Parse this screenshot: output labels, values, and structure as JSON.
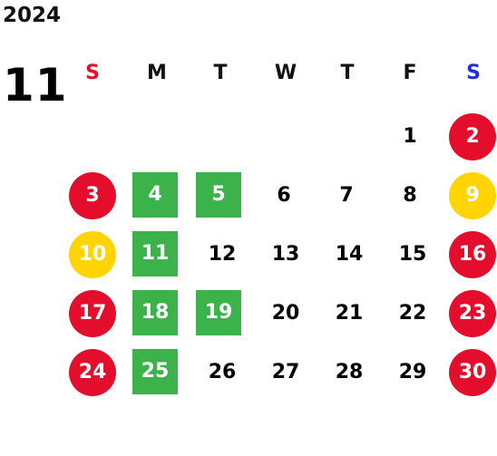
{
  "calendar": {
    "year": "2024",
    "month": "11",
    "weekdays": [
      {
        "label": "S",
        "color": "#e50d2c"
      },
      {
        "label": "M",
        "color": "#111111"
      },
      {
        "label": "T",
        "color": "#111111"
      },
      {
        "label": "W",
        "color": "#111111"
      },
      {
        "label": "T",
        "color": "#111111"
      },
      {
        "label": "F",
        "color": "#111111"
      },
      {
        "label": "S",
        "color": "#1f2fe0"
      }
    ],
    "legend_colors": {
      "red_circle": "#e50d2c",
      "yellow_circle": "#ffd400",
      "green_square": "#3cb24b"
    },
    "days": [
      {
        "label": "1",
        "style": "plain"
      },
      {
        "label": "2",
        "style": "red"
      },
      {
        "label": "3",
        "style": "red"
      },
      {
        "label": "4",
        "style": "green"
      },
      {
        "label": "5",
        "style": "green"
      },
      {
        "label": "6",
        "style": "plain"
      },
      {
        "label": "7",
        "style": "plain"
      },
      {
        "label": "8",
        "style": "plain"
      },
      {
        "label": "9",
        "style": "yellow"
      },
      {
        "label": "10",
        "style": "yellow"
      },
      {
        "label": "11",
        "style": "green"
      },
      {
        "label": "12",
        "style": "plain"
      },
      {
        "label": "13",
        "style": "plain"
      },
      {
        "label": "14",
        "style": "plain"
      },
      {
        "label": "15",
        "style": "plain"
      },
      {
        "label": "16",
        "style": "red"
      },
      {
        "label": "17",
        "style": "red"
      },
      {
        "label": "18",
        "style": "green"
      },
      {
        "label": "19",
        "style": "green"
      },
      {
        "label": "20",
        "style": "plain"
      },
      {
        "label": "21",
        "style": "plain"
      },
      {
        "label": "22",
        "style": "plain"
      },
      {
        "label": "23",
        "style": "red"
      },
      {
        "label": "24",
        "style": "red"
      },
      {
        "label": "25",
        "style": "green"
      },
      {
        "label": "26",
        "style": "plain"
      },
      {
        "label": "27",
        "style": "plain"
      },
      {
        "label": "28",
        "style": "plain"
      },
      {
        "label": "29",
        "style": "plain"
      },
      {
        "label": "30",
        "style": "red"
      }
    ]
  }
}
